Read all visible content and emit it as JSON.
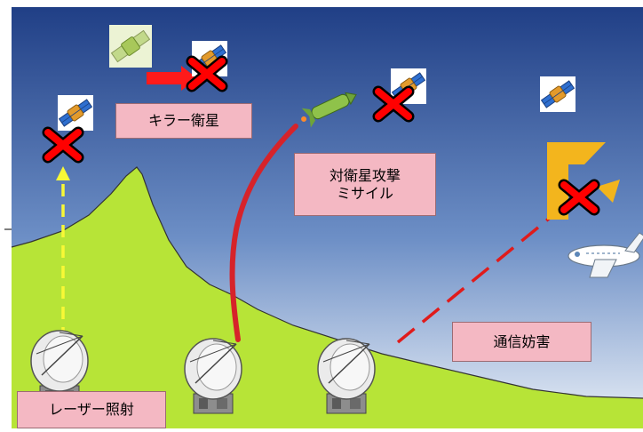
{
  "labels": {
    "killer_satellite": "キラー衛星",
    "asat_missile_line1": "対衛星攻撃",
    "asat_missile_line2": "ミサイル",
    "jamming": "通信妨害",
    "laser": "レーザー照射"
  },
  "colors": {
    "sky_top": "#203f86",
    "sky_bottom": "#e9eff7",
    "ground": "#b7e437",
    "cross": "#ff0000",
    "laser": "#f8f836",
    "missile_trail": "#d6232a",
    "jamming_line": "#e01b1b",
    "label_bg": "#f4b8c3"
  },
  "icons": [
    "satellite-icon",
    "missile-icon",
    "airplane-icon",
    "parabolic-antenna-icon",
    "cross-mark-icon",
    "deflector-icon"
  ]
}
